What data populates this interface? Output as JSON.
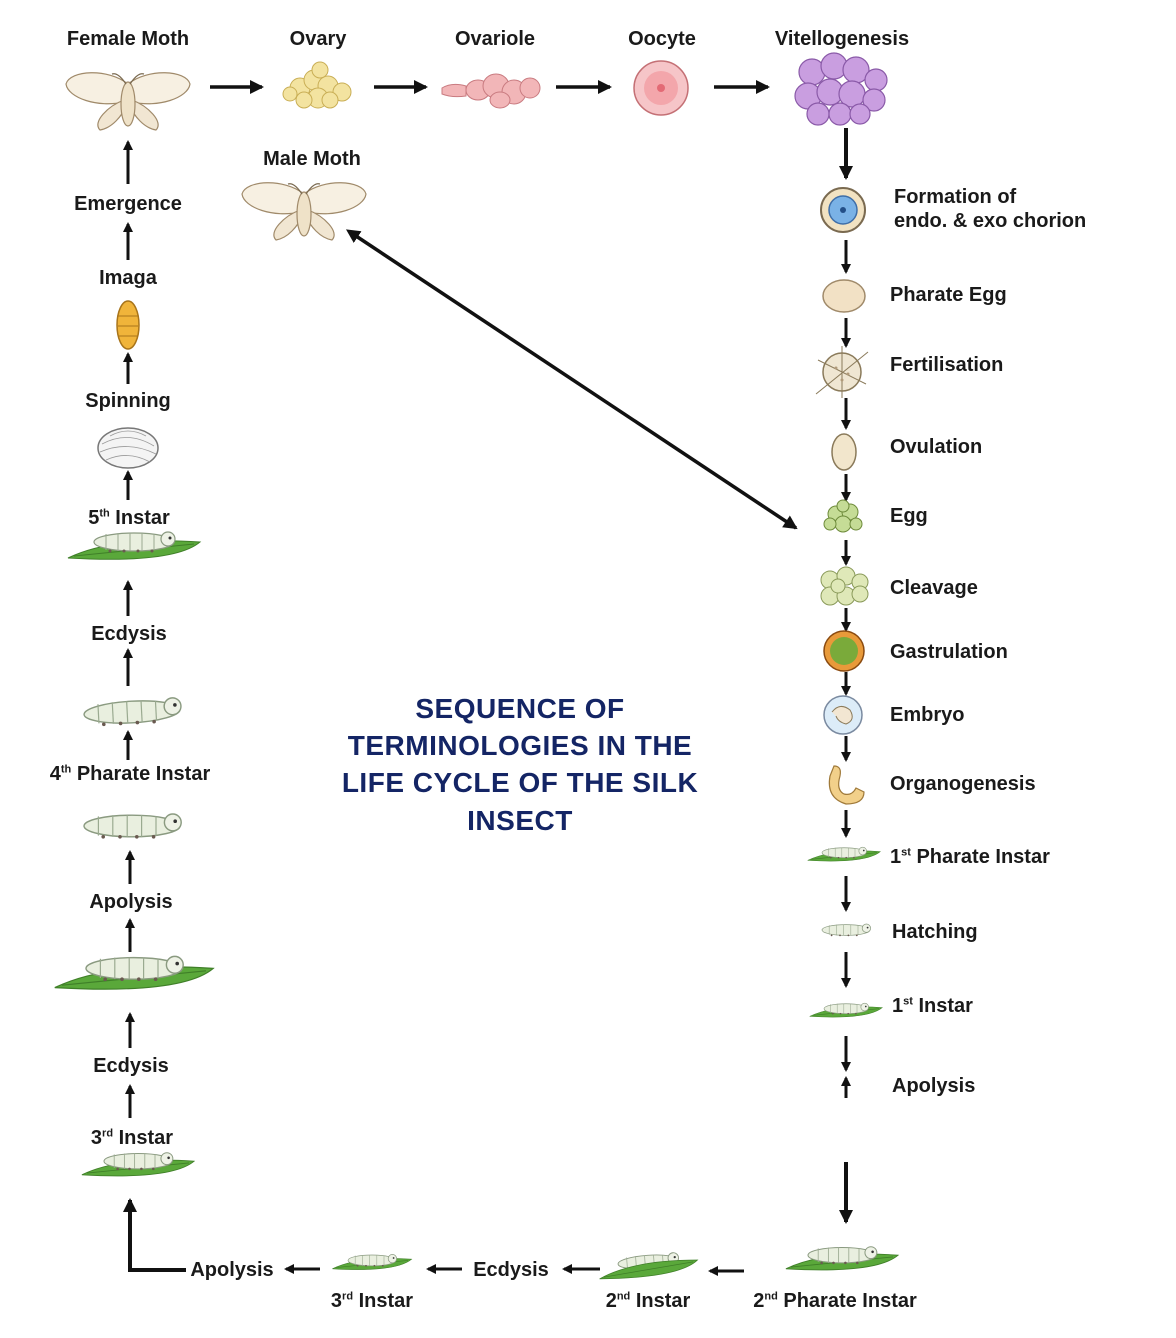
{
  "title_lines": [
    "SEQUENCE OF",
    "TERMINOLOGIES IN THE",
    "LIFE CYCLE OF THE SILK",
    "INSECT"
  ],
  "top_row": [
    "Female Moth",
    "Ovary",
    "Ovariole",
    "Oocyte",
    "Vitellogenesis"
  ],
  "male_moth": "Male Moth",
  "right_column": [
    {
      "line1": "Formation of",
      "line2": "endo. & exo chorion"
    },
    "Pharate Egg",
    "Fertilisation",
    "Ovulation",
    "Egg",
    "Cleavage",
    "Gastrulation",
    "Embryo",
    "Organogenesis",
    {
      "num": "1",
      "sup": "st",
      "text": " Pharate Instar"
    },
    "Hatching",
    {
      "num": "1",
      "sup": "st",
      "text": " Instar"
    },
    "Apolysis"
  ],
  "bottom_row": [
    {
      "num": "2",
      "sup": "nd",
      "text": " Pharate Instar"
    },
    {
      "num": "2",
      "sup": "nd",
      "text": " Instar"
    },
    "Ecdysis",
    {
      "num": "3",
      "sup": "rd",
      "text": " Instar"
    },
    "Apolysis"
  ],
  "left_column": [
    {
      "num": "3",
      "sup": "rd",
      "text": " Instar"
    },
    "Ecdysis",
    "Apolysis",
    {
      "num": "4",
      "sup": "th",
      "text": " Pharate Instar"
    },
    "Ecdysis",
    {
      "num": "5",
      "sup": "th",
      "text": " Instar"
    },
    "Spinning",
    "Imaga",
    "Emergence"
  ],
  "colors": {
    "title": "#142565",
    "leaf": "#5aa83a",
    "larva": "#e8efdd",
    "arrow": "#111111"
  }
}
